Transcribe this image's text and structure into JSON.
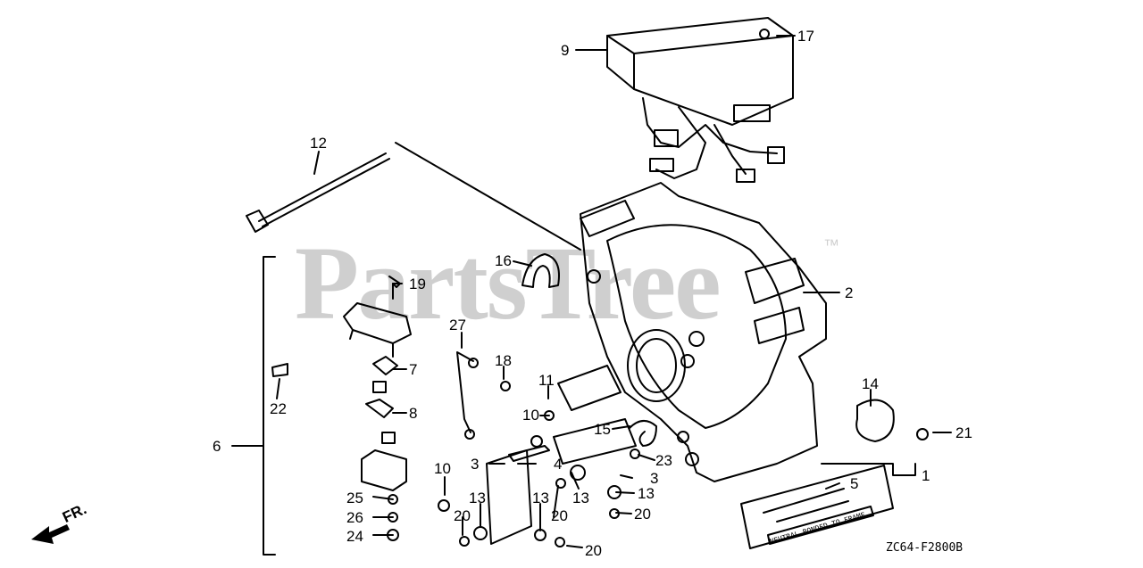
{
  "diagram": {
    "watermark": "PartsTree",
    "watermark_mark": "™",
    "front_label": "FR.",
    "drawing_code": "ZC64-F2800B",
    "plate_text": "NEUTRAL BONDED TO FRAME",
    "callouts": [
      "1",
      "2",
      "3",
      "3",
      "4",
      "5",
      "6",
      "7",
      "8",
      "9",
      "10",
      "10",
      "11",
      "12",
      "13",
      "13",
      "13",
      "13",
      "13",
      "14",
      "15",
      "16",
      "17",
      "18",
      "19",
      "20",
      "20",
      "20",
      "20",
      "21",
      "22",
      "23",
      "24",
      "25",
      "26",
      "27"
    ]
  }
}
